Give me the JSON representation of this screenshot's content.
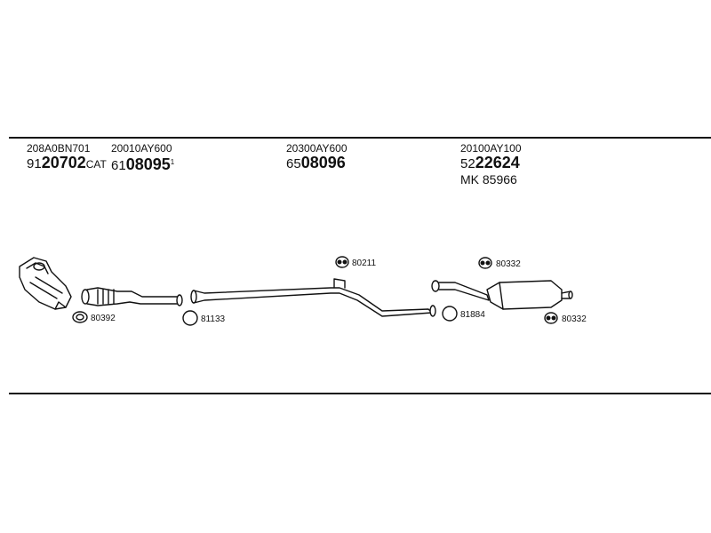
{
  "parts": [
    {
      "oe": "208A0BN701",
      "prefix": "91",
      "number": "20702",
      "suffix": "CAT"
    },
    {
      "oe": "20010AY600",
      "prefix": "61",
      "number": "08095",
      "suffix": "1"
    },
    {
      "oe": "20300AY600",
      "prefix": "65",
      "number": "08096",
      "suffix": ""
    },
    {
      "oe": "20100AY100",
      "prefix": "52",
      "number": "22624",
      "suffix": ""
    }
  ],
  "extra": {
    "prefix": "MK",
    "number": "85966"
  },
  "fittings": [
    {
      "id": "gasket-1",
      "code": "80392"
    },
    {
      "id": "ring-1",
      "code": "81133"
    },
    {
      "id": "hanger-1",
      "code": "80211"
    },
    {
      "id": "ring-2",
      "code": "81884"
    },
    {
      "id": "hanger-2",
      "code": "80332"
    },
    {
      "id": "hanger-3",
      "code": "80332"
    }
  ]
}
